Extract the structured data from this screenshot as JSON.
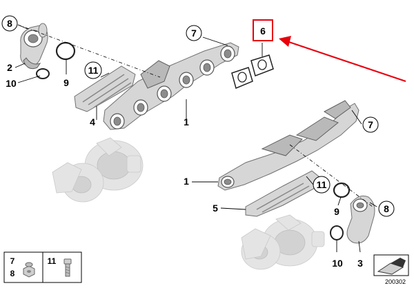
{
  "callouts": {
    "c8_top": "8",
    "c2": "2",
    "c10_top": "10",
    "c9_top": "9",
    "c11_top": "11",
    "c4": "4",
    "c7_top": "7",
    "c6": "6",
    "c1_top": "1",
    "c7_right": "7",
    "c1_mid": "1",
    "c11_mid": "11",
    "c9_mid": "9",
    "c5": "5",
    "c8_right": "8",
    "c10_bottom": "10",
    "c3": "3"
  },
  "legend": {
    "item_a": "7",
    "item_b": "8",
    "item_c": "11"
  },
  "diagram_number": "200302",
  "colors": {
    "highlight": "#e8000d",
    "outline": "#000000"
  }
}
